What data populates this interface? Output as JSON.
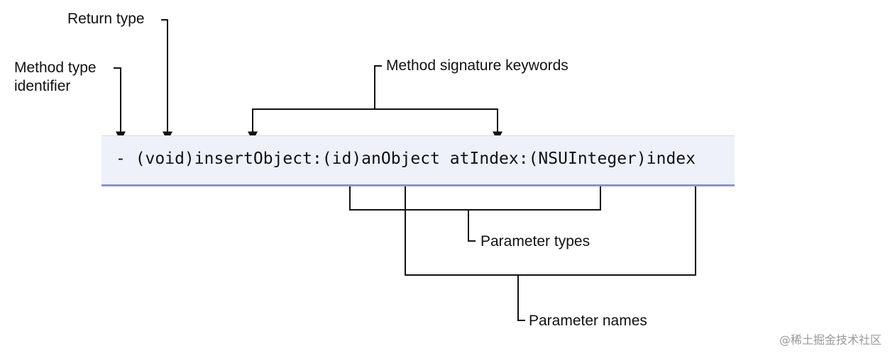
{
  "labels": {
    "return_type": "Return type",
    "method_type_line1": "Method type",
    "method_type_line2": "identifier",
    "signature_keywords": "Method signature keywords",
    "parameter_types": "Parameter types",
    "parameter_names": "Parameter names"
  },
  "code": "- (void)insertObject:(id)anObject atIndex:(NSUInteger)index",
  "watermark": "@稀土掘金技术社区",
  "colors": {
    "box_fill": "#eef1f9",
    "box_underline": "#8e95c9",
    "lines": "#111111"
  }
}
